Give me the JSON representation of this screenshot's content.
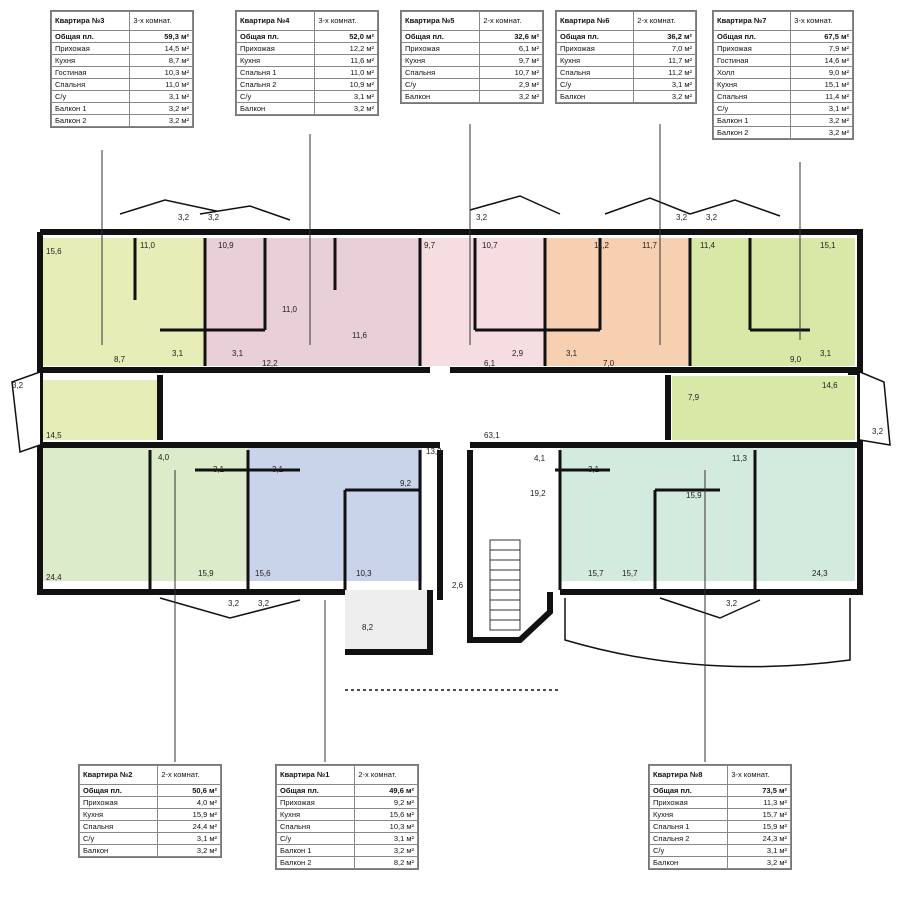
{
  "apartments": [
    {
      "title": "Квартира №3",
      "type": "3-х комнат.",
      "rows": [
        [
          "Общая пл.",
          "59,3 м²"
        ],
        [
          "Прихожая",
          "14,5 м²"
        ],
        [
          "Кухня",
          "8,7 м²"
        ],
        [
          "Гостиная",
          "10,3 м²"
        ],
        [
          "Спальня",
          "11,0 м²"
        ],
        [
          "С/у",
          "3,1 м²"
        ],
        [
          "Балкон 1",
          "3,2 м²"
        ],
        [
          "Балкон 2",
          "3,2 м²"
        ]
      ]
    },
    {
      "title": "Квартира №4",
      "type": "3-х комнат.",
      "rows": [
        [
          "Общая пл.",
          "52,0 м²"
        ],
        [
          "Прихожая",
          "12,2 м²"
        ],
        [
          "Кухня",
          "11,6 м²"
        ],
        [
          "Спальня 1",
          "11,0 м²"
        ],
        [
          "Спальня 2",
          "10,9 м²"
        ],
        [
          "С/у",
          "3,1 м²"
        ],
        [
          "Балкон",
          "3,2 м²"
        ]
      ]
    },
    {
      "title": "Квартира №5",
      "type": "2-х комнат.",
      "rows": [
        [
          "Общая пл.",
          "32,6 м²"
        ],
        [
          "Прихожая",
          "6,1 м²"
        ],
        [
          "Кухня",
          "9,7 м²"
        ],
        [
          "Спальня",
          "10,7 м²"
        ],
        [
          "С/у",
          "2,9 м²"
        ],
        [
          "Балкон",
          "3,2 м²"
        ]
      ]
    },
    {
      "title": "Квартира №6",
      "type": "2-х комнат.",
      "rows": [
        [
          "Общая пл.",
          "36,2 м²"
        ],
        [
          "Прихожая",
          "7,0 м²"
        ],
        [
          "Кухня",
          "11,7 м²"
        ],
        [
          "Спальня",
          "11,2 м²"
        ],
        [
          "С/у",
          "3,1 м²"
        ],
        [
          "Балкон",
          "3,2 м²"
        ]
      ]
    },
    {
      "title": "Квартира №7",
      "type": "3-х комнат.",
      "rows": [
        [
          "Общая пл.",
          "67,5 м²"
        ],
        [
          "Прихожая",
          "7,9 м²"
        ],
        [
          "Гостиная",
          "14,6 м²"
        ],
        [
          "Холл",
          "9,0 м²"
        ],
        [
          "Кухня",
          "15,1 м²"
        ],
        [
          "Спальня",
          "11,4 м²"
        ],
        [
          "С/у",
          "3,1 м²"
        ],
        [
          "Балкон 1",
          "3,2 м²"
        ],
        [
          "Балкон 2",
          "3,2 м²"
        ]
      ]
    },
    {
      "title": "Квартира №2",
      "type": "2-х комнат.",
      "rows": [
        [
          "Общая пл.",
          "50,6 м²"
        ],
        [
          "Прихожая",
          "4,0 м²"
        ],
        [
          "Кухня",
          "15,9 м²"
        ],
        [
          "Спальня",
          "24,4 м²"
        ],
        [
          "С/у",
          "3,1 м²"
        ],
        [
          "Балкон",
          "3,2 м²"
        ]
      ]
    },
    {
      "title": "Квартира №1",
      "type": "2-х комнат.",
      "rows": [
        [
          "Общая пл.",
          "49,6 м²"
        ],
        [
          "Прихожая",
          "9,2 м²"
        ],
        [
          "Кухня",
          "15,6 м²"
        ],
        [
          "Спальня",
          "10,3 м²"
        ],
        [
          "С/у",
          "3,1 м²"
        ],
        [
          "Балкон 1",
          "3,2 м²"
        ],
        [
          "Балкон 2",
          "8,2 м²"
        ]
      ]
    },
    {
      "title": "Квартира №8",
      "type": "3-х комнат.",
      "rows": [
        [
          "Общая пл.",
          "73,5 м²"
        ],
        [
          "Прихожая",
          "11,3 м²"
        ],
        [
          "Кухня",
          "15,7 м²"
        ],
        [
          "Спальня 1",
          "15,9 м²"
        ],
        [
          "Спальня 2",
          "24,3 м²"
        ],
        [
          "С/у",
          "3,1 м²"
        ],
        [
          "Балкон",
          "3,2 м²"
        ]
      ]
    }
  ],
  "room_labels": [
    "15,6",
    "11,0",
    "10,9",
    "11,0",
    "11,6",
    "9,7",
    "10,7",
    "11,2",
    "11,7",
    "11,4",
    "15,1",
    "8,7",
    "3,1",
    "3,1",
    "12,2",
    "6,1",
    "2,9",
    "3,1",
    "7,0",
    "9,0",
    "3,1",
    "3,2",
    "3,2",
    "3,2",
    "3,2",
    "3,2",
    "3,2",
    "14,5",
    "7,9",
    "14,6",
    "3,2",
    "4,0",
    "3,1",
    "3,1",
    "13,3",
    "63,1",
    "4,1",
    "3,1",
    "11,3",
    "9,2",
    "19,2",
    "15,9",
    "24,4",
    "15,9",
    "15,6",
    "10,3",
    "15,7",
    "15,7",
    "24,3",
    "2,6",
    "3,2",
    "3,2",
    "3,2",
    "8,2"
  ],
  "colors": {
    "wall": "#111111",
    "apt3": "#e6edb6",
    "apt4": "#e8cfd8",
    "apt5": "#f5dde1",
    "apt6": "#f6d0b1",
    "apt7": "#d8e9a7",
    "apt2": "#dcebc9",
    "apt1": "#c9d3ea",
    "apt8": "#d3ebde",
    "corridor": "#ffffff"
  }
}
